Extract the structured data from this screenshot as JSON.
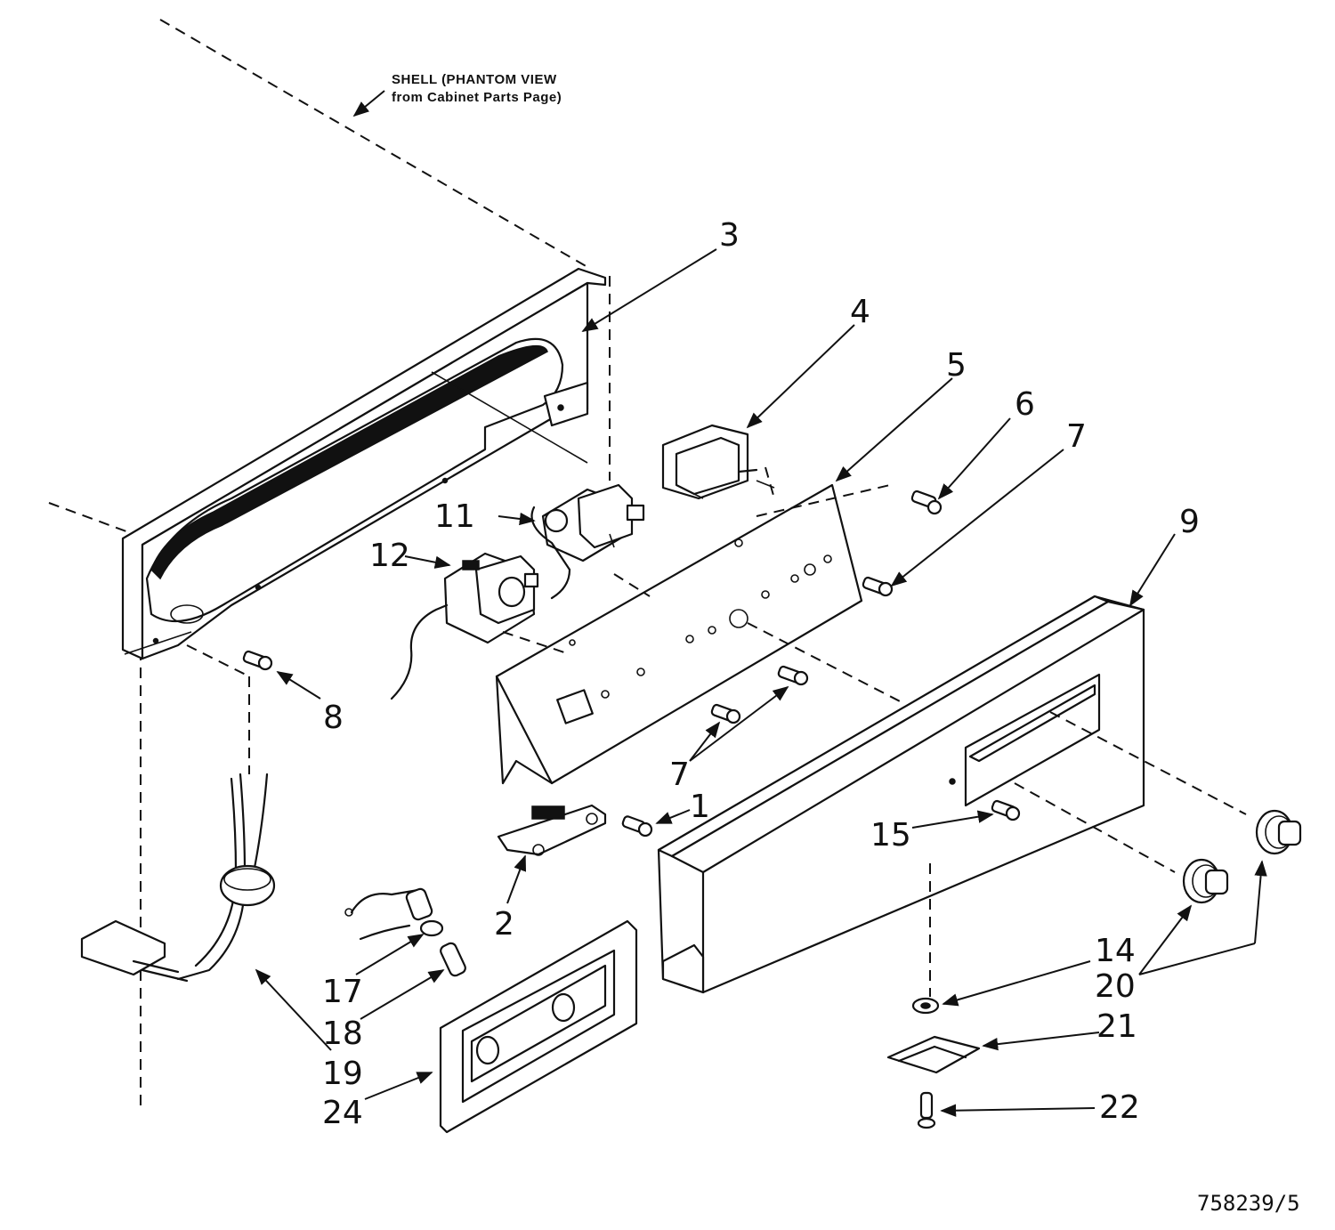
{
  "shell_note": {
    "line1": "SHELL (PHANTOM VIEW",
    "line2": "from Cabinet Parts Page)"
  },
  "callouts": {
    "c1": "1",
    "c2": "2",
    "c3": "3",
    "c4": "4",
    "c5": "5",
    "c6": "6",
    "c7a": "7",
    "c7b": "7",
    "c8": "8",
    "c9": "9",
    "c11": "11",
    "c12": "12",
    "c14": "14",
    "c15": "15",
    "c17": "17",
    "c18": "18",
    "c19": "19",
    "c20": "20",
    "c21": "21",
    "c22": "22",
    "c24": "24"
  },
  "drawing_number": "758239/5",
  "colors": {
    "ink": "#111111",
    "paper": "#ffffff"
  }
}
